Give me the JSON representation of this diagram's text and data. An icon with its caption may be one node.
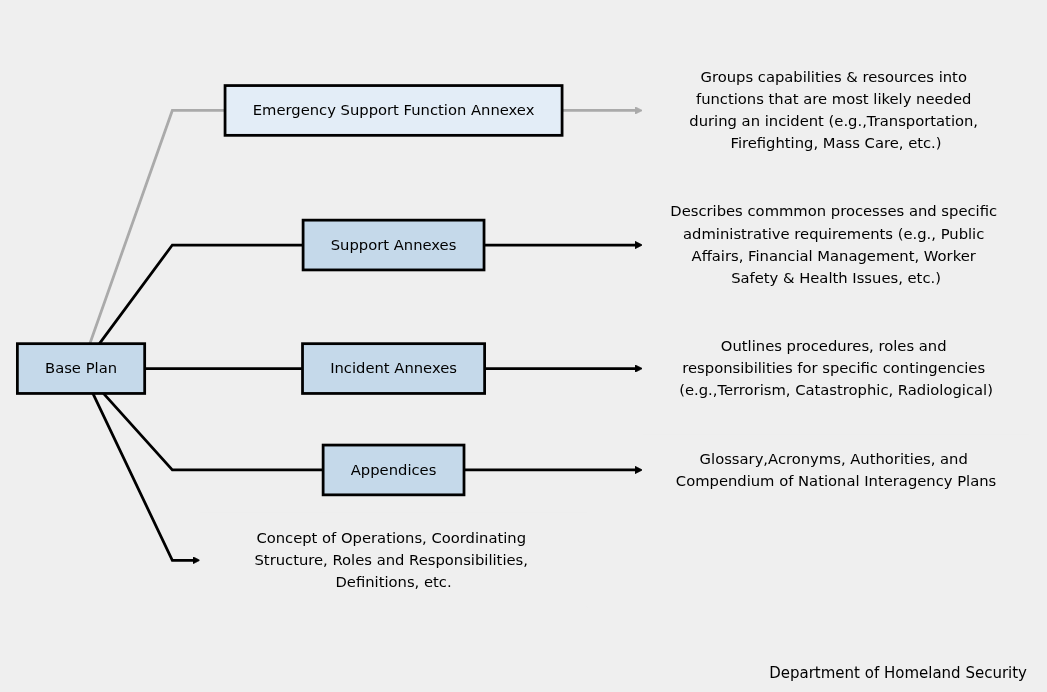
{
  "diagram": {
    "nodes": [
      {
        "text": [
          "Base Plan"
        ]
      },
      {
        "text": [
          "Emergency Support Function Annexex"
        ]
      },
      {
        "text": [
          "Support Annexes"
        ]
      },
      {
        "text": [
          "Incident Annexes"
        ]
      },
      {
        "text": [
          "Appendices"
        ]
      },
      {
        "text": [
          "Concept of Operations, Coordinating Structure, Roles and Responsibilities, Definitions, etc."
        ]
      },
      {
        "text": [
          "Groups capabilities & resources into functions that are most likely needed during an incident (e.g.,Transportation, Firefighting, Mass Care, etc.)"
        ]
      },
      {
        "text": [
          "Describes commmon processes and specific administrative requirements (e.g., Public Affairs, Financial Management, Worker Safety & Health Issues, etc.)"
        ]
      },
      {
        "text": [
          "Outlines procedures, roles and responsibilities for specific contingencies (e.g.,Terrorism, Catastrophic, Radiological)"
        ]
      },
      {
        "text": [
          "Glossary,Acronyms, Authorities, and Compendium of National Interagency Plans"
        ]
      }
    ],
    "edges": [
      {
        "from": 0,
        "to": 5,
        "arrow": "to"
      },
      {
        "from": 0,
        "to": 1,
        "arrow": "none",
        "color": "#aaaaaa"
      },
      {
        "from": 0,
        "to": 2,
        "arrow": "none"
      },
      {
        "from": 0,
        "to": 3,
        "arrow": "none"
      },
      {
        "from": 0,
        "to": 4,
        "arrow": "none"
      },
      {
        "from": 1,
        "to": 6,
        "arrow": "to",
        "color": "#aaaaaa"
      },
      {
        "from": 2,
        "to": 7,
        "arrow": "to"
      },
      {
        "from": 3,
        "to": 8,
        "arrow": "to"
      },
      {
        "from": 4,
        "to": 9,
        "arrow": "to"
      }
    ],
    "labels": [
      "Department of Homeland Security"
    ]
  }
}
